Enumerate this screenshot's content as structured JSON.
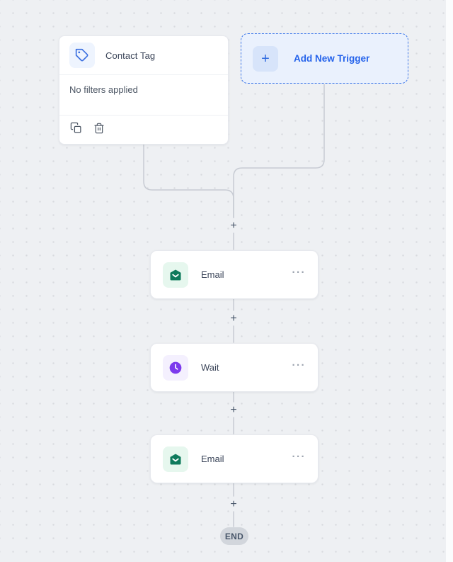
{
  "canvas": {
    "background": "#eef0f3",
    "dot_color": "#d8dade",
    "connector_color": "#c7cbd3"
  },
  "icons": {
    "plus_glyph": "+",
    "more_glyph": "···"
  },
  "trigger_card": {
    "title": "Contact Tag",
    "body": "No filters applied",
    "icon": "tag-icon",
    "icon_color": "#3b6fe0",
    "icon_bg": "#eef4fe",
    "footer_actions": [
      "duplicate",
      "delete"
    ]
  },
  "add_trigger": {
    "label": "Add New Trigger",
    "text_color": "#2563eb",
    "border_color": "#3e78ea",
    "bg": "#eaf1fd"
  },
  "steps": [
    {
      "label": "Email",
      "icon": "email-icon",
      "icon_color": "#0e7a5c",
      "icon_bg": "#e6f7ee"
    },
    {
      "label": "Wait",
      "icon": "clock-icon",
      "icon_color": "#7c3aed",
      "icon_bg": "#f4f0fe"
    },
    {
      "label": "Email",
      "icon": "email-icon",
      "icon_color": "#0e7a5c",
      "icon_bg": "#e6f7ee"
    }
  ],
  "end_node": {
    "label": "END",
    "bg": "#d2d6dc",
    "text_color": "#475569"
  }
}
